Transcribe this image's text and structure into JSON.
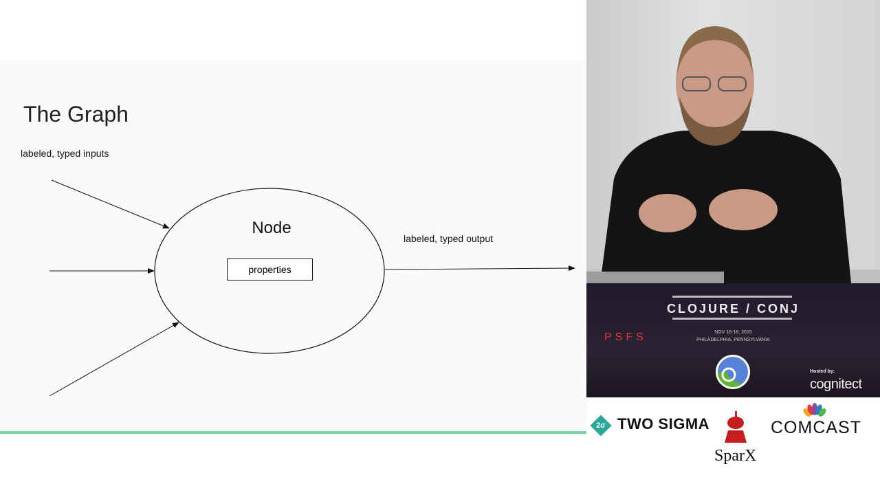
{
  "slide": {
    "title": "The Graph",
    "inputs_label": "labeled, typed inputs",
    "output_label": "labeled, typed output",
    "node_title": "Node",
    "properties_label": "properties",
    "accent_color": "#6fd9a3"
  },
  "banner": {
    "conference": "CLOJURE / CONJ",
    "dates": "NOV 16-18, 2015",
    "location": "PHILADELPHIA, PENNSYLVANIA",
    "sign": "PSFS",
    "hosted_by": "Hosted by:",
    "host": "cognitect"
  },
  "sponsors": {
    "two_sigma_mark": "2σ",
    "two_sigma": "TWO SIGMA",
    "comcast": "COMCAST",
    "sparx": "SparX"
  }
}
